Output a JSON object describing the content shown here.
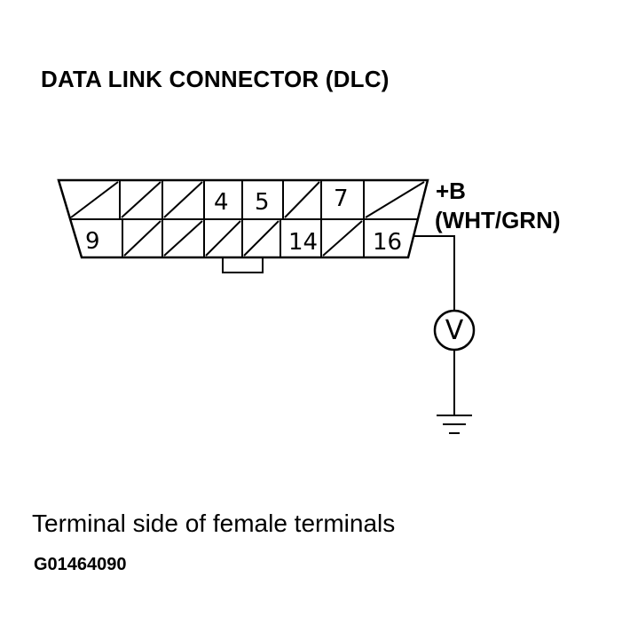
{
  "title": "DATA LINK CONNECTOR (DLC)",
  "connector": {
    "top_row_labels": {
      "pin4": "4",
      "pin5": "5",
      "pin7": "7"
    },
    "bottom_row_labels": {
      "pin9": "9",
      "pin14": "14",
      "pin16": "16"
    }
  },
  "power": {
    "symbol": "+B",
    "wire_color": "(WHT/GRN)"
  },
  "meter": {
    "symbol": "V"
  },
  "caption": "Terminal side of female terminals",
  "figure_code": "G01464090"
}
